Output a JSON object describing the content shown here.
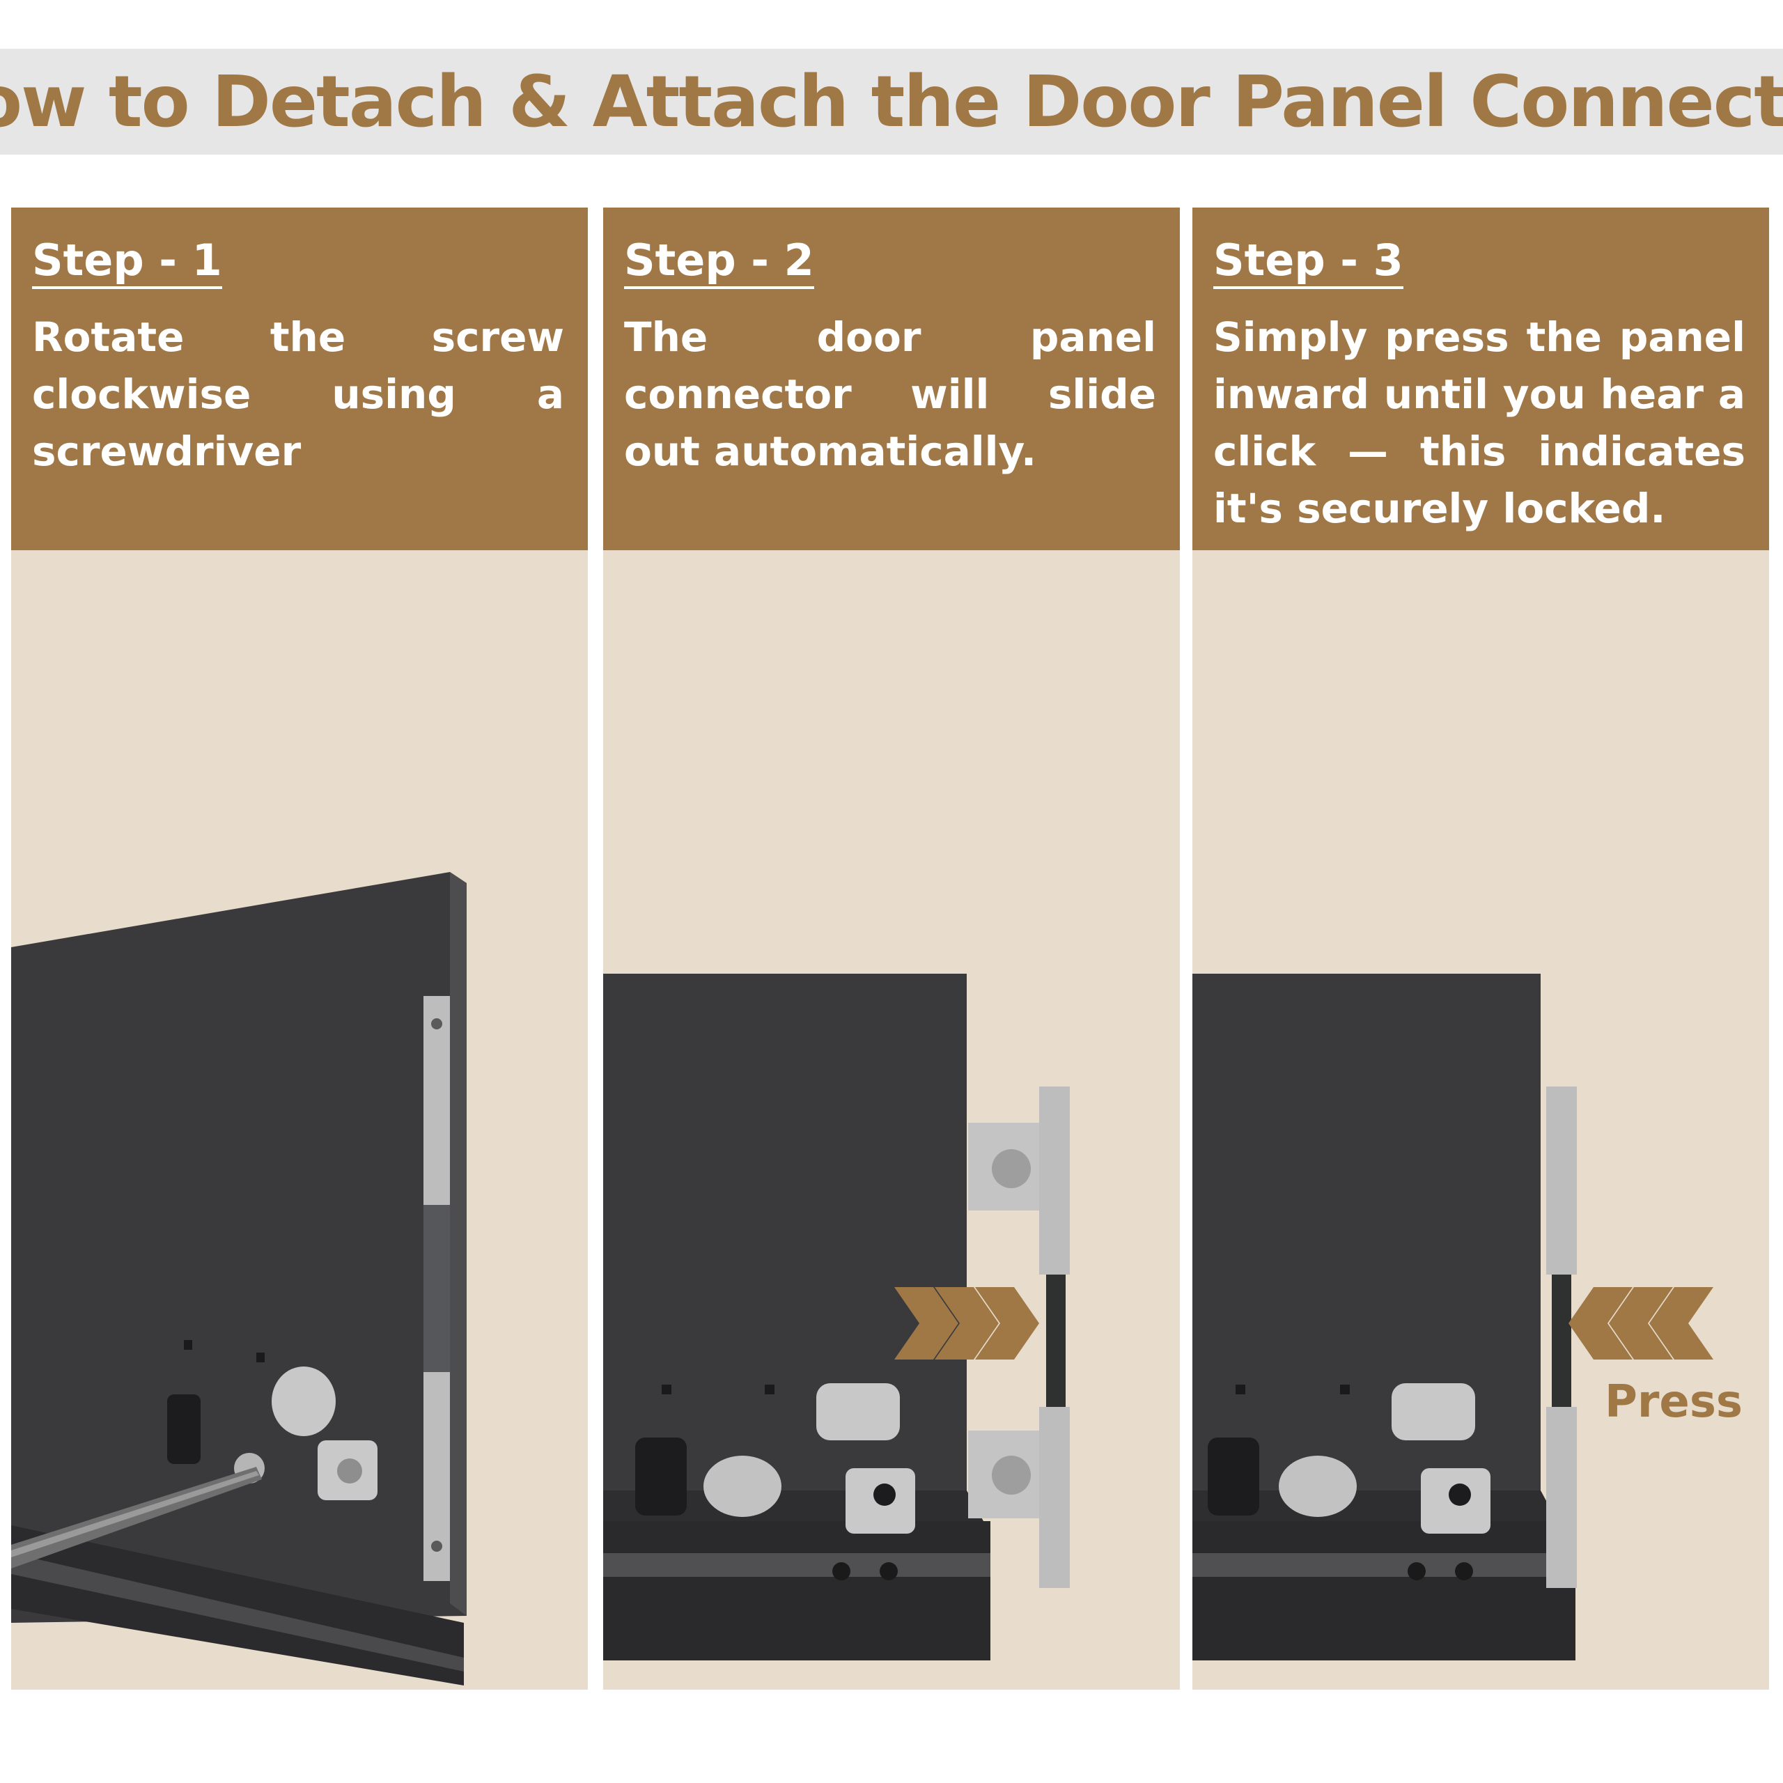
{
  "header": {
    "title": "How to Detach & Attach the Door Panel Connector"
  },
  "steps": [
    {
      "label": "Step - 1",
      "text": "Rotate the screw clockwise using a screwdriver"
    },
    {
      "label": "Step - 2",
      "text": "The door panel connector will slide out automatically."
    },
    {
      "label": "Step - 3",
      "text": "Simply press the panel inward until you hear a click — this indicates it's securely locked."
    }
  ],
  "callouts": {
    "press_label": "Press"
  },
  "colors": {
    "accent": "#a07848",
    "panel_bg": "#e8dccc",
    "title_band": "#e6e6e6",
    "metal_dark": "#3c3c3e",
    "metal_light": "#c9c9c9"
  }
}
